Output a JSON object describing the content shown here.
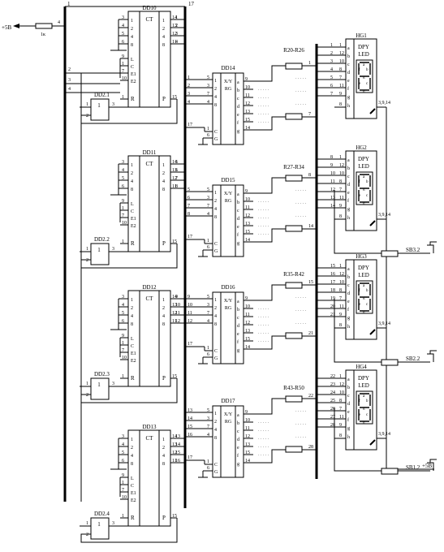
{
  "supply": {
    "label": "+5B",
    "resistor": "1к",
    "pin": "4"
  },
  "right_supply": {
    "label": "+5B"
  },
  "bus": {
    "top_left": "1",
    "top_right": "17"
  },
  "counters": [
    {
      "name": "DD10",
      "type": "CT",
      "inputs": [
        "1",
        "2",
        "4",
        "8"
      ],
      "ctrl": [
        "L",
        "C",
        "E1",
        "E2"
      ],
      "out_pins": [
        "14",
        "13",
        "12",
        "11"
      ],
      "out_bus": [
        "1",
        "2",
        "3",
        "4"
      ],
      "in_pins": [
        "3",
        "4",
        "5",
        "6"
      ],
      "ctrl_pins": [
        "9",
        "1",
        "7",
        "10"
      ],
      "r_pin": "1",
      "p_pin": "15",
      "bus_ctrl": [
        "2",
        "3",
        "4"
      ]
    },
    {
      "name": "DD11",
      "type": "CT",
      "inputs": [
        "1",
        "2",
        "4",
        "8"
      ],
      "ctrl": [
        "L",
        "C",
        "E1",
        "E2"
      ],
      "out_pins": [
        "14",
        "13",
        "12",
        "11"
      ],
      "out_bus": [
        "5",
        "6",
        "7",
        "8"
      ],
      "in_pins": [
        "3",
        "4",
        "5",
        "6"
      ],
      "ctrl_pins": [
        "9",
        "1",
        "7",
        "10"
      ],
      "r_pin": "1",
      "p_pin": "15"
    },
    {
      "name": "DD12",
      "type": "CT",
      "inputs": [
        "1",
        "2",
        "4",
        "8"
      ],
      "ctrl": [
        "L",
        "C",
        "E1",
        "E2"
      ],
      "out_pins": [
        "14",
        "13",
        "12",
        "11"
      ],
      "out_bus": [
        "9",
        "10",
        "11",
        "12"
      ],
      "in_pins": [
        "3",
        "4",
        "5",
        "6"
      ],
      "ctrl_pins": [
        "9",
        "1",
        "7",
        "10"
      ],
      "r_pin": "1",
      "p_pin": "15"
    },
    {
      "name": "DD13",
      "type": "CT",
      "inputs": [
        "1",
        "2",
        "4",
        "8"
      ],
      "ctrl": [
        "L",
        "C",
        "E1",
        "E2"
      ],
      "out_pins": [
        "14",
        "13",
        "12",
        "11"
      ],
      "out_bus": [
        "13",
        "14",
        "15",
        "16"
      ],
      "in_pins": [
        "3",
        "4",
        "5",
        "6"
      ],
      "ctrl_pins": [
        "9",
        "1",
        "7",
        "10"
      ],
      "r_pin": "1",
      "p_pin": "15"
    }
  ],
  "gates": [
    {
      "name": "DD2.1",
      "sym": "1",
      "in": [
        "1",
        "2"
      ],
      "out": "3"
    },
    {
      "name": "DD2.2",
      "sym": "1",
      "in": [
        "1",
        "2"
      ],
      "out": "3"
    },
    {
      "name": "DD2.3",
      "sym": "1",
      "in": [
        "1",
        "2"
      ],
      "out": "3"
    },
    {
      "name": "DD2.4",
      "sym": "1",
      "in": [
        "1",
        "2"
      ],
      "out": "3"
    }
  ],
  "decoders": [
    {
      "name": "DD14",
      "type": "X/Y",
      "type2": "RG",
      "bus_in": [
        "1",
        "2",
        "3",
        "4"
      ],
      "bus_c": "17",
      "pins_in": [
        "5",
        "3",
        "7",
        "4"
      ],
      "pin_c": "1",
      "pin_g": "6",
      "outs": [
        "a",
        "b",
        "c",
        "d",
        "e",
        "f",
        "g"
      ],
      "out_pins": [
        "9",
        "10",
        "11",
        "12",
        "13",
        "15",
        "14"
      ],
      "wt": [
        "C",
        "G"
      ],
      "wts": [
        "1",
        "2",
        "4",
        "8"
      ]
    },
    {
      "name": "DD15",
      "type": "X/Y",
      "type2": "RG",
      "bus_in": [
        "5",
        "6",
        "7",
        "8"
      ],
      "bus_c": "17",
      "pins_in": [
        "5",
        "3",
        "7",
        "4"
      ],
      "pin_c": "1",
      "pin_g": "6",
      "outs": [
        "a",
        "b",
        "c",
        "d",
        "e",
        "f",
        "g"
      ],
      "out_pins": [
        "9",
        "10",
        "11",
        "12",
        "13",
        "15",
        "14"
      ],
      "wt": [
        "C",
        "G"
      ],
      "wts": [
        "1",
        "2",
        "4",
        "8"
      ]
    },
    {
      "name": "DD16",
      "type": "X/Y",
      "type2": "RG",
      "bus_in": [
        "9",
        "10",
        "11",
        "12"
      ],
      "bus_c": "17",
      "pins_in": [
        "5",
        "3",
        "7",
        "4"
      ],
      "pin_c": "1",
      "pin_g": "6",
      "outs": [
        "a",
        "b",
        "c",
        "d",
        "e",
        "f",
        "g"
      ],
      "out_pins": [
        "9",
        "10",
        "11",
        "12",
        "13",
        "15",
        "14"
      ],
      "wt": [
        "C",
        "G"
      ],
      "wts": [
        "1",
        "2",
        "4",
        "8"
      ]
    },
    {
      "name": "DD17",
      "type": "X/Y",
      "type2": "RG",
      "bus_in": [
        "13",
        "14",
        "15",
        "16"
      ],
      "bus_c": "17",
      "pins_in": [
        "5",
        "3",
        "7",
        "4"
      ],
      "pin_c": "1",
      "pin_g": "6",
      "outs": [
        "a",
        "b",
        "c",
        "d",
        "e",
        "f",
        "g"
      ],
      "out_pins": [
        "9",
        "10",
        "11",
        "12",
        "13",
        "15",
        "14"
      ],
      "wt": [
        "C",
        "G"
      ],
      "wts": [
        "1",
        "2",
        "4",
        "8"
      ]
    }
  ],
  "resistors": [
    "R20-R26",
    "R27-R34",
    "R35-R42",
    "R43-R50"
  ],
  "bus2": [
    {
      "first": "1",
      "last": "7"
    },
    {
      "first": "8",
      "last": "14"
    },
    {
      "first": "15",
      "last": "21"
    },
    {
      "first": "22",
      "last": "28"
    }
  ],
  "displays": [
    {
      "name": "HG1",
      "t1": "DPY",
      "t2": "LED",
      "segs": [
        "a",
        "b",
        "c",
        "d",
        "e",
        "f",
        "g"
      ],
      "seg_pins": [
        "1",
        "12",
        "10",
        "8",
        "7",
        "11",
        "9"
      ],
      "bus_pins": [
        "1",
        "2",
        "3",
        "4",
        "5",
        "6",
        "7"
      ],
      "h": "h",
      "common": "3,9,14"
    },
    {
      "name": "HG2",
      "t1": "DPY",
      "t2": "LED",
      "segs": [
        "a",
        "b",
        "c",
        "d",
        "e",
        "f",
        "g"
      ],
      "seg_pins": [
        "1",
        "12",
        "10",
        "8",
        "7",
        "11",
        "9"
      ],
      "bus_pins": [
        "8",
        "9",
        "10",
        "11",
        "12",
        "13",
        "14"
      ],
      "h": "h",
      "common": "3,9,14"
    },
    {
      "name": "HG3",
      "t1": "DPY",
      "t2": "LED",
      "segs": [
        "a",
        "b",
        "c",
        "d",
        "e",
        "f",
        "g"
      ],
      "seg_pins": [
        "1",
        "12",
        "10",
        "8",
        "7",
        "11",
        "9"
      ],
      "bus_pins": [
        "15",
        "16",
        "17",
        "18",
        "19",
        "20",
        "21"
      ],
      "h": "h",
      "common": "3,9,14"
    },
    {
      "name": "HG4",
      "t1": "DPY",
      "t2": "LED",
      "segs": [
        "a",
        "b",
        "c",
        "d",
        "e",
        "f",
        "g"
      ],
      "seg_pins": [
        "1",
        "12",
        "10",
        "8",
        "7",
        "11",
        "9"
      ],
      "bus_pins": [
        "22",
        "23",
        "24",
        "25",
        "26",
        "27",
        "28"
      ],
      "h": "h",
      "common": "3,9,14"
    }
  ],
  "switches": [
    "SB3.2",
    "SB2.2",
    "SB1.2"
  ],
  "dots": "· · · · ·"
}
